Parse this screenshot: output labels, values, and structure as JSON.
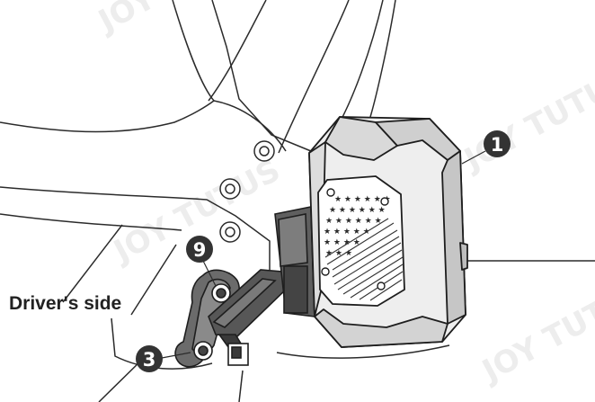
{
  "diagram": {
    "side_label": "Driver's side",
    "callouts": [
      {
        "number": "1"
      },
      {
        "number": "9"
      },
      {
        "number": "3"
      }
    ],
    "watermark": "JOY TUTUS",
    "colors": {
      "line": "#2b2b2b",
      "callout_fill": "#333333",
      "mirror_face": "#eeeeee",
      "mirror_panel": "#d9d9d9"
    }
  }
}
